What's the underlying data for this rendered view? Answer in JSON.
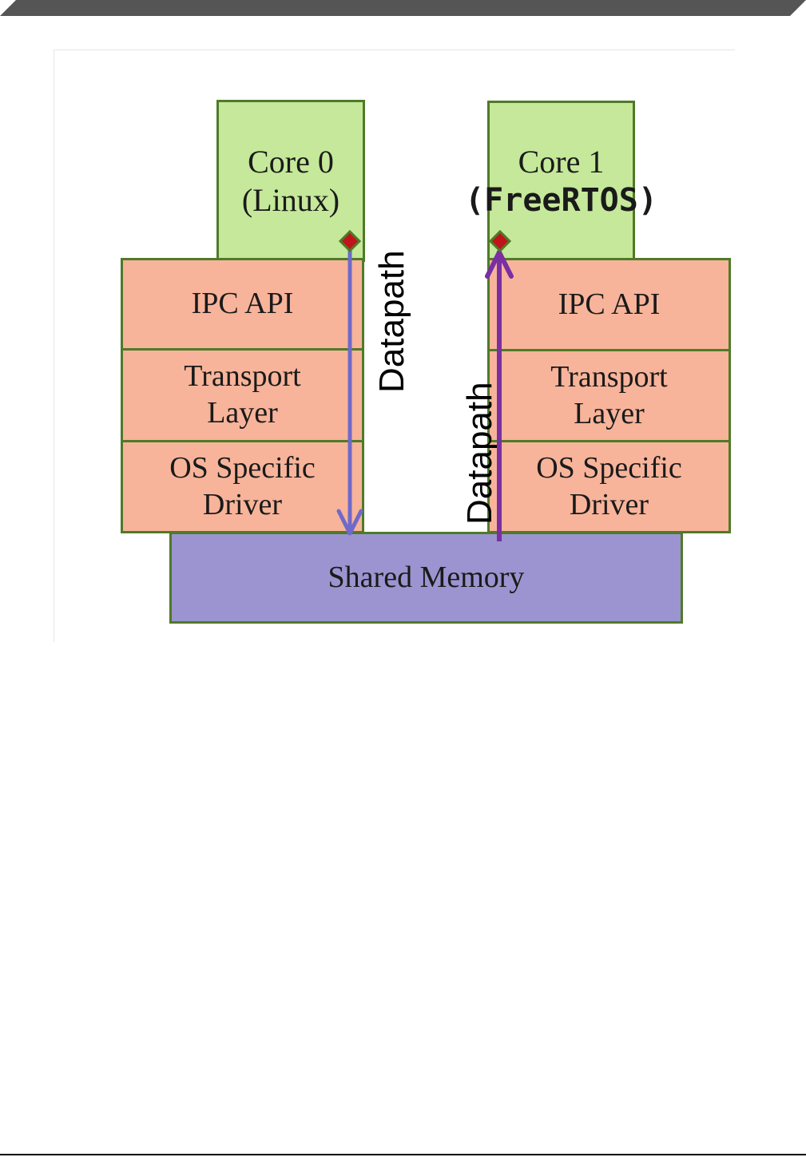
{
  "diagram": {
    "core0": {
      "line1": "Core 0",
      "line2": "(Linux)"
    },
    "core1": {
      "line1": "Core 1",
      "line2": "(FreeRTOS)"
    },
    "left_stack": {
      "ipc_api": "IPC API",
      "transport_line1": "Transport",
      "transport_line2": "Layer",
      "driver_line1": "OS Specific",
      "driver_line2": "Driver"
    },
    "right_stack": {
      "ipc_api": "IPC API",
      "transport_line1": "Transport",
      "transport_line2": "Layer",
      "driver_line1": "OS Specific",
      "driver_line2": "Driver"
    },
    "shared_memory": "Shared Memory",
    "datapath_left": "Datapath",
    "datapath_right": "Datapath"
  },
  "colors": {
    "core": "#c5e89a",
    "layer": "#f7b49a",
    "shared_memory": "#9b94d0",
    "border": "#4f7a28",
    "arrow_down": "#6f6ac9",
    "arrow_up": "#7a2fa3",
    "marker": "#c0141a"
  }
}
